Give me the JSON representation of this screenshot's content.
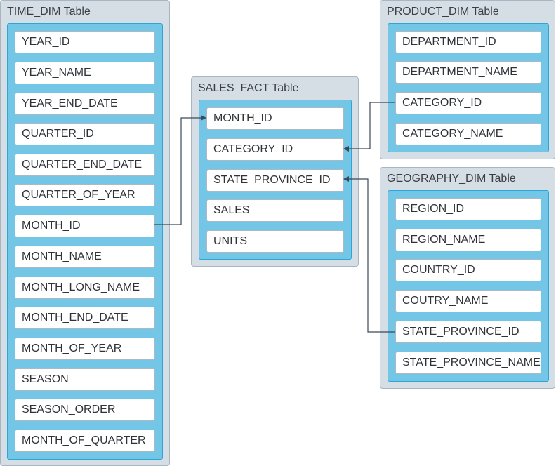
{
  "tables": {
    "time_dim": {
      "title": "TIME_DIM Table",
      "fields": [
        "YEAR_ID",
        "YEAR_NAME",
        "YEAR_END_DATE",
        "QUARTER_ID",
        "QUARTER_END_DATE",
        "QUARTER_OF_YEAR",
        "MONTH_ID",
        "MONTH_NAME",
        "MONTH_LONG_NAME",
        "MONTH_END_DATE",
        "MONTH_OF_YEAR",
        "SEASON",
        "SEASON_ORDER",
        "MONTH_OF_QUARTER"
      ]
    },
    "sales_fact": {
      "title": "SALES_FACT Table",
      "fields": [
        "MONTH_ID",
        "CATEGORY_ID",
        "STATE_PROVINCE_ID",
        "SALES",
        "UNITS"
      ]
    },
    "product_dim": {
      "title": "PRODUCT_DIM Table",
      "fields": [
        "DEPARTMENT_ID",
        "DEPARTMENT_NAME",
        "CATEGORY_ID",
        "CATEGORY_NAME"
      ]
    },
    "geography_dim": {
      "title": "GEOGRAPHY_DIM Table",
      "fields": [
        "REGION_ID",
        "REGION_NAME",
        "COUNTRY_ID",
        "COUTRY_NAME",
        "STATE_PROVINCE_ID",
        "STATE_PROVINCE_NAME"
      ]
    }
  },
  "relationships": [
    {
      "from_table": "time_dim",
      "from_field": "MONTH_ID",
      "to_table": "sales_fact",
      "to_field": "MONTH_ID"
    },
    {
      "from_table": "product_dim",
      "from_field": "CATEGORY_ID",
      "to_table": "sales_fact",
      "to_field": "CATEGORY_ID"
    },
    {
      "from_table": "geography_dim",
      "from_field": "STATE_PROVINCE_ID",
      "to_table": "sales_fact",
      "to_field": "STATE_PROVINCE_ID"
    }
  ],
  "colors": {
    "panel_bg": "#d5dde5",
    "field_area_bg": "#73c6e6",
    "field_bg": "#ffffff",
    "connector": "#3b4a58"
  }
}
